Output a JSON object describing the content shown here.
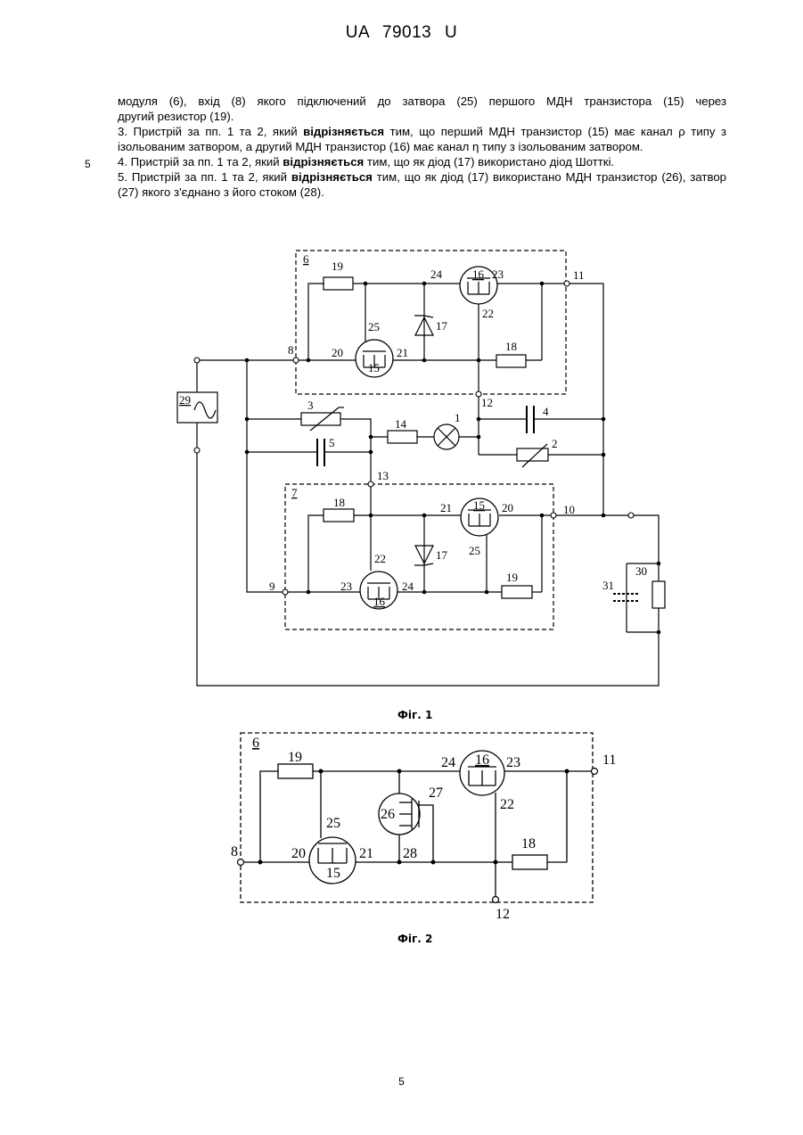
{
  "header": {
    "code": "UA",
    "number": "79013",
    "kind": "U"
  },
  "line_number": "5",
  "paragraphs": [
    {
      "parts": [
        "модуля (6), вхід (8) якого підключений до затвора (25) першого МДН транзистора (15) через ",
        "другий резистор (19)."
      ]
    },
    {
      "before": "3. Пристрій за пп. 1 та 2, який ",
      "bold": "відрізняється",
      "after": " тим, що перший МДН транзистор (15) має канал ρ типу з ізольованим затвором, а другий МДН транзистор (16) має канал η типу з ізольованим затвором."
    },
    {
      "before": "4. Пристрій за пп. 1 та 2, який ",
      "bold": "відрізняється",
      "after": " тим, що як діод (17) використано діод Шотткі."
    },
    {
      "before": "5. Пристрій за пп. 1 та 2, який ",
      "bold": "відрізняється",
      "after": " тим, що як діод (17) використано МДН транзистор (26), затвор (27) якого з'єднано з його стоком (28)."
    }
  ],
  "fig1": {
    "caption": "Фіг. 1",
    "labels": {
      "m6": "6",
      "m7": "7",
      "n8": "8",
      "n9": "9",
      "n10": "10",
      "n11": "11",
      "n12": "12",
      "n13": "13",
      "r19a": "19",
      "r18a": "18",
      "r19b": "19",
      "r18b": "18",
      "t16a": "16",
      "t15a": "15",
      "t15b": "15",
      "t16b": "16",
      "p24a": "24",
      "p23a": "23",
      "p22a": "22",
      "p25a": "25",
      "p20a": "20",
      "p21a": "21",
      "p21b": "21",
      "p20b": "20",
      "p25b": "25",
      "p22b": "22",
      "p23b": "23",
      "p24b": "24",
      "d17a": "17",
      "d17b": "17",
      "c3": "3",
      "c14": "14",
      "c1": "1",
      "c4": "4",
      "c5": "5",
      "c2": "2",
      "c29": "29",
      "c30": "30",
      "c31": "31"
    }
  },
  "fig2": {
    "caption": "Фіг. 2",
    "labels": {
      "m6": "6",
      "n8": "8",
      "n11": "11",
      "n12": "12",
      "r19": "19",
      "r18": "18",
      "t16": "16",
      "t15": "15",
      "t26": "26",
      "p24": "24",
      "p23": "23",
      "p22": "22",
      "p25": "25",
      "p27": "27",
      "p20": "20",
      "p21": "21",
      "p28": "28"
    }
  },
  "page_number": "5"
}
